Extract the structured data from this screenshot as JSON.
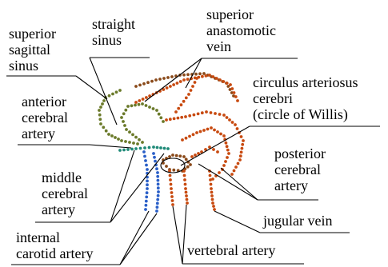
{
  "labels": {
    "superior_sagittal_sinus": [
      "superior",
      "sagittal",
      "sinus"
    ],
    "straight_sinus": [
      "straight",
      "sinus"
    ],
    "superior_anastomotic_vein": [
      "superior",
      "anastomotic",
      "vein"
    ],
    "circulus_arteriosus": [
      "circulus arteriosus",
      "cerebri",
      "(circle of Willis)"
    ],
    "anterior_cerebral_artery": [
      "anterior",
      "cerebral",
      "artery"
    ],
    "posterior_cerebral_artery": [
      "posterior",
      "cerebral",
      "artery"
    ],
    "middle_cerebral_artery": [
      "middle",
      "cerebral",
      "artery"
    ],
    "jugular_vein": [
      "jugular vein"
    ],
    "internal_carotid_artery": [
      "internal",
      "carotid artery"
    ],
    "vertebral_artery": [
      "vertebral artery"
    ]
  },
  "colors": {
    "olive": "#6b7a2a",
    "teal": "#1f8a78",
    "blue": "#2a5fc8",
    "orange": "#c84a10",
    "brown": "#8a4a1a",
    "line": "#000000"
  }
}
